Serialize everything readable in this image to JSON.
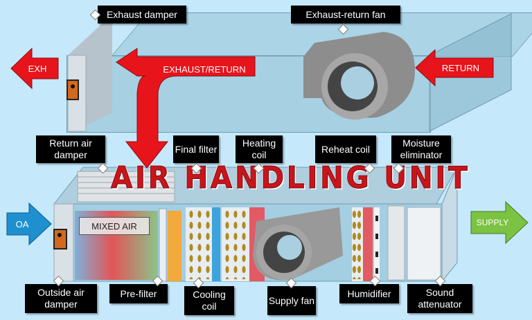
{
  "diagram": {
    "title": "AIR HANDLING UNIT",
    "flow_arrows": {
      "exh": "EXH",
      "exhaust_return": "EXHAUST/RETURN",
      "return": "RETURN",
      "oa": "OA",
      "supply": "SUPPLY",
      "mixed_air": "MIXED AIR"
    },
    "labels": {
      "exhaust_damper": "Exhaust damper",
      "exhaust_return_fan": "Exhaust-return fan",
      "return_air_damper": "Return air damper",
      "final_filter": "Final filter",
      "heating_coil": "Heating coil",
      "reheat_coil": "Reheat coil",
      "moisture_eliminator": "Moisture eliminator",
      "outside_air_damper": "Outside air damper",
      "pre_filter": "Pre-filter",
      "cooling_coil": "Cooling coil",
      "supply_fan": "Supply fan",
      "humidifier": "Humidifier",
      "sound_attenuator": "Sound attenuator"
    },
    "colors": {
      "background": "#c5e8fa",
      "red_arrow": "#e8141b",
      "oa_arrow": "#1e90d0",
      "supply_arrow": "#7cc243",
      "title": "#c8151b",
      "label_bg": "#000000"
    }
  }
}
